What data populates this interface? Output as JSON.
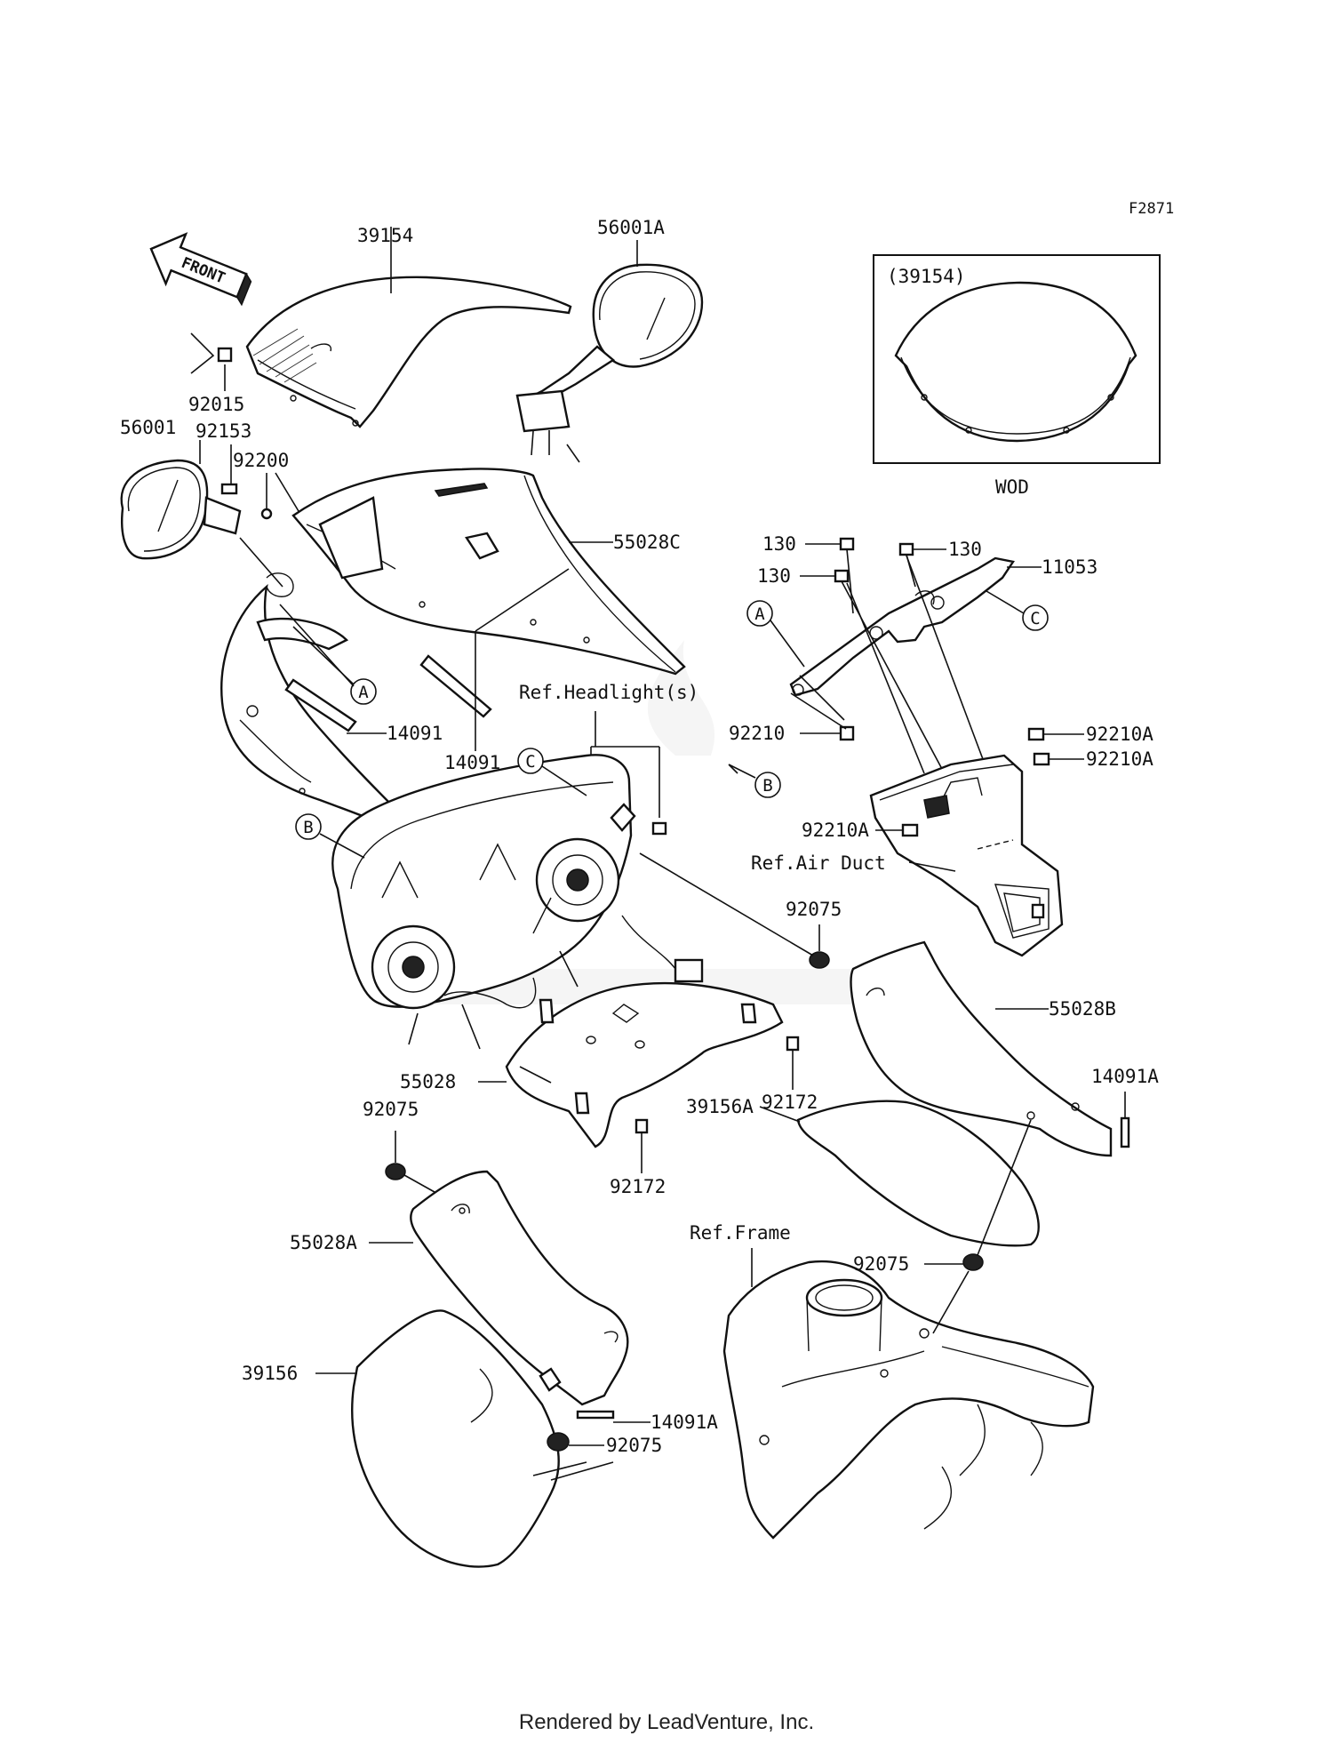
{
  "diagram_code": "F2871",
  "front_arrow_label": "FRONT",
  "inset": {
    "title": "(39154)",
    "note": "WOD"
  },
  "callouts": [
    "A",
    "A",
    "B",
    "B",
    "C",
    "C"
  ],
  "labels": {
    "p39154": "39154",
    "p56001A": "56001A",
    "p92015": "92015",
    "p56001": "56001",
    "p92153": "92153",
    "p92200": "92200",
    "p55028C": "55028C",
    "p14091_a": "14091",
    "p14091_b": "14091",
    "ref_headlight": "Ref.Headlight(s)",
    "p130_a": "130",
    "p130_b": "130",
    "p130_c": "130",
    "p11053": "11053",
    "p92210": "92210",
    "p92210A_a": "92210A",
    "p92210A_b": "92210A",
    "p92210A_c": "92210A",
    "ref_air_duct": "Ref.Air Duct",
    "p92075_a": "92075",
    "p55028B": "55028B",
    "p14091A_a": "14091A",
    "p92172_a": "92172",
    "p55028": "55028",
    "p92075_b": "92075",
    "p39156A": "39156A",
    "p92172_b": "92172",
    "p55028A": "55028A",
    "ref_frame": "Ref.Frame",
    "p92075_c": "92075",
    "p39156": "39156",
    "p14091A_b": "14091A",
    "p92075_d": "92075"
  },
  "footer": "Rendered by LeadVenture, Inc."
}
